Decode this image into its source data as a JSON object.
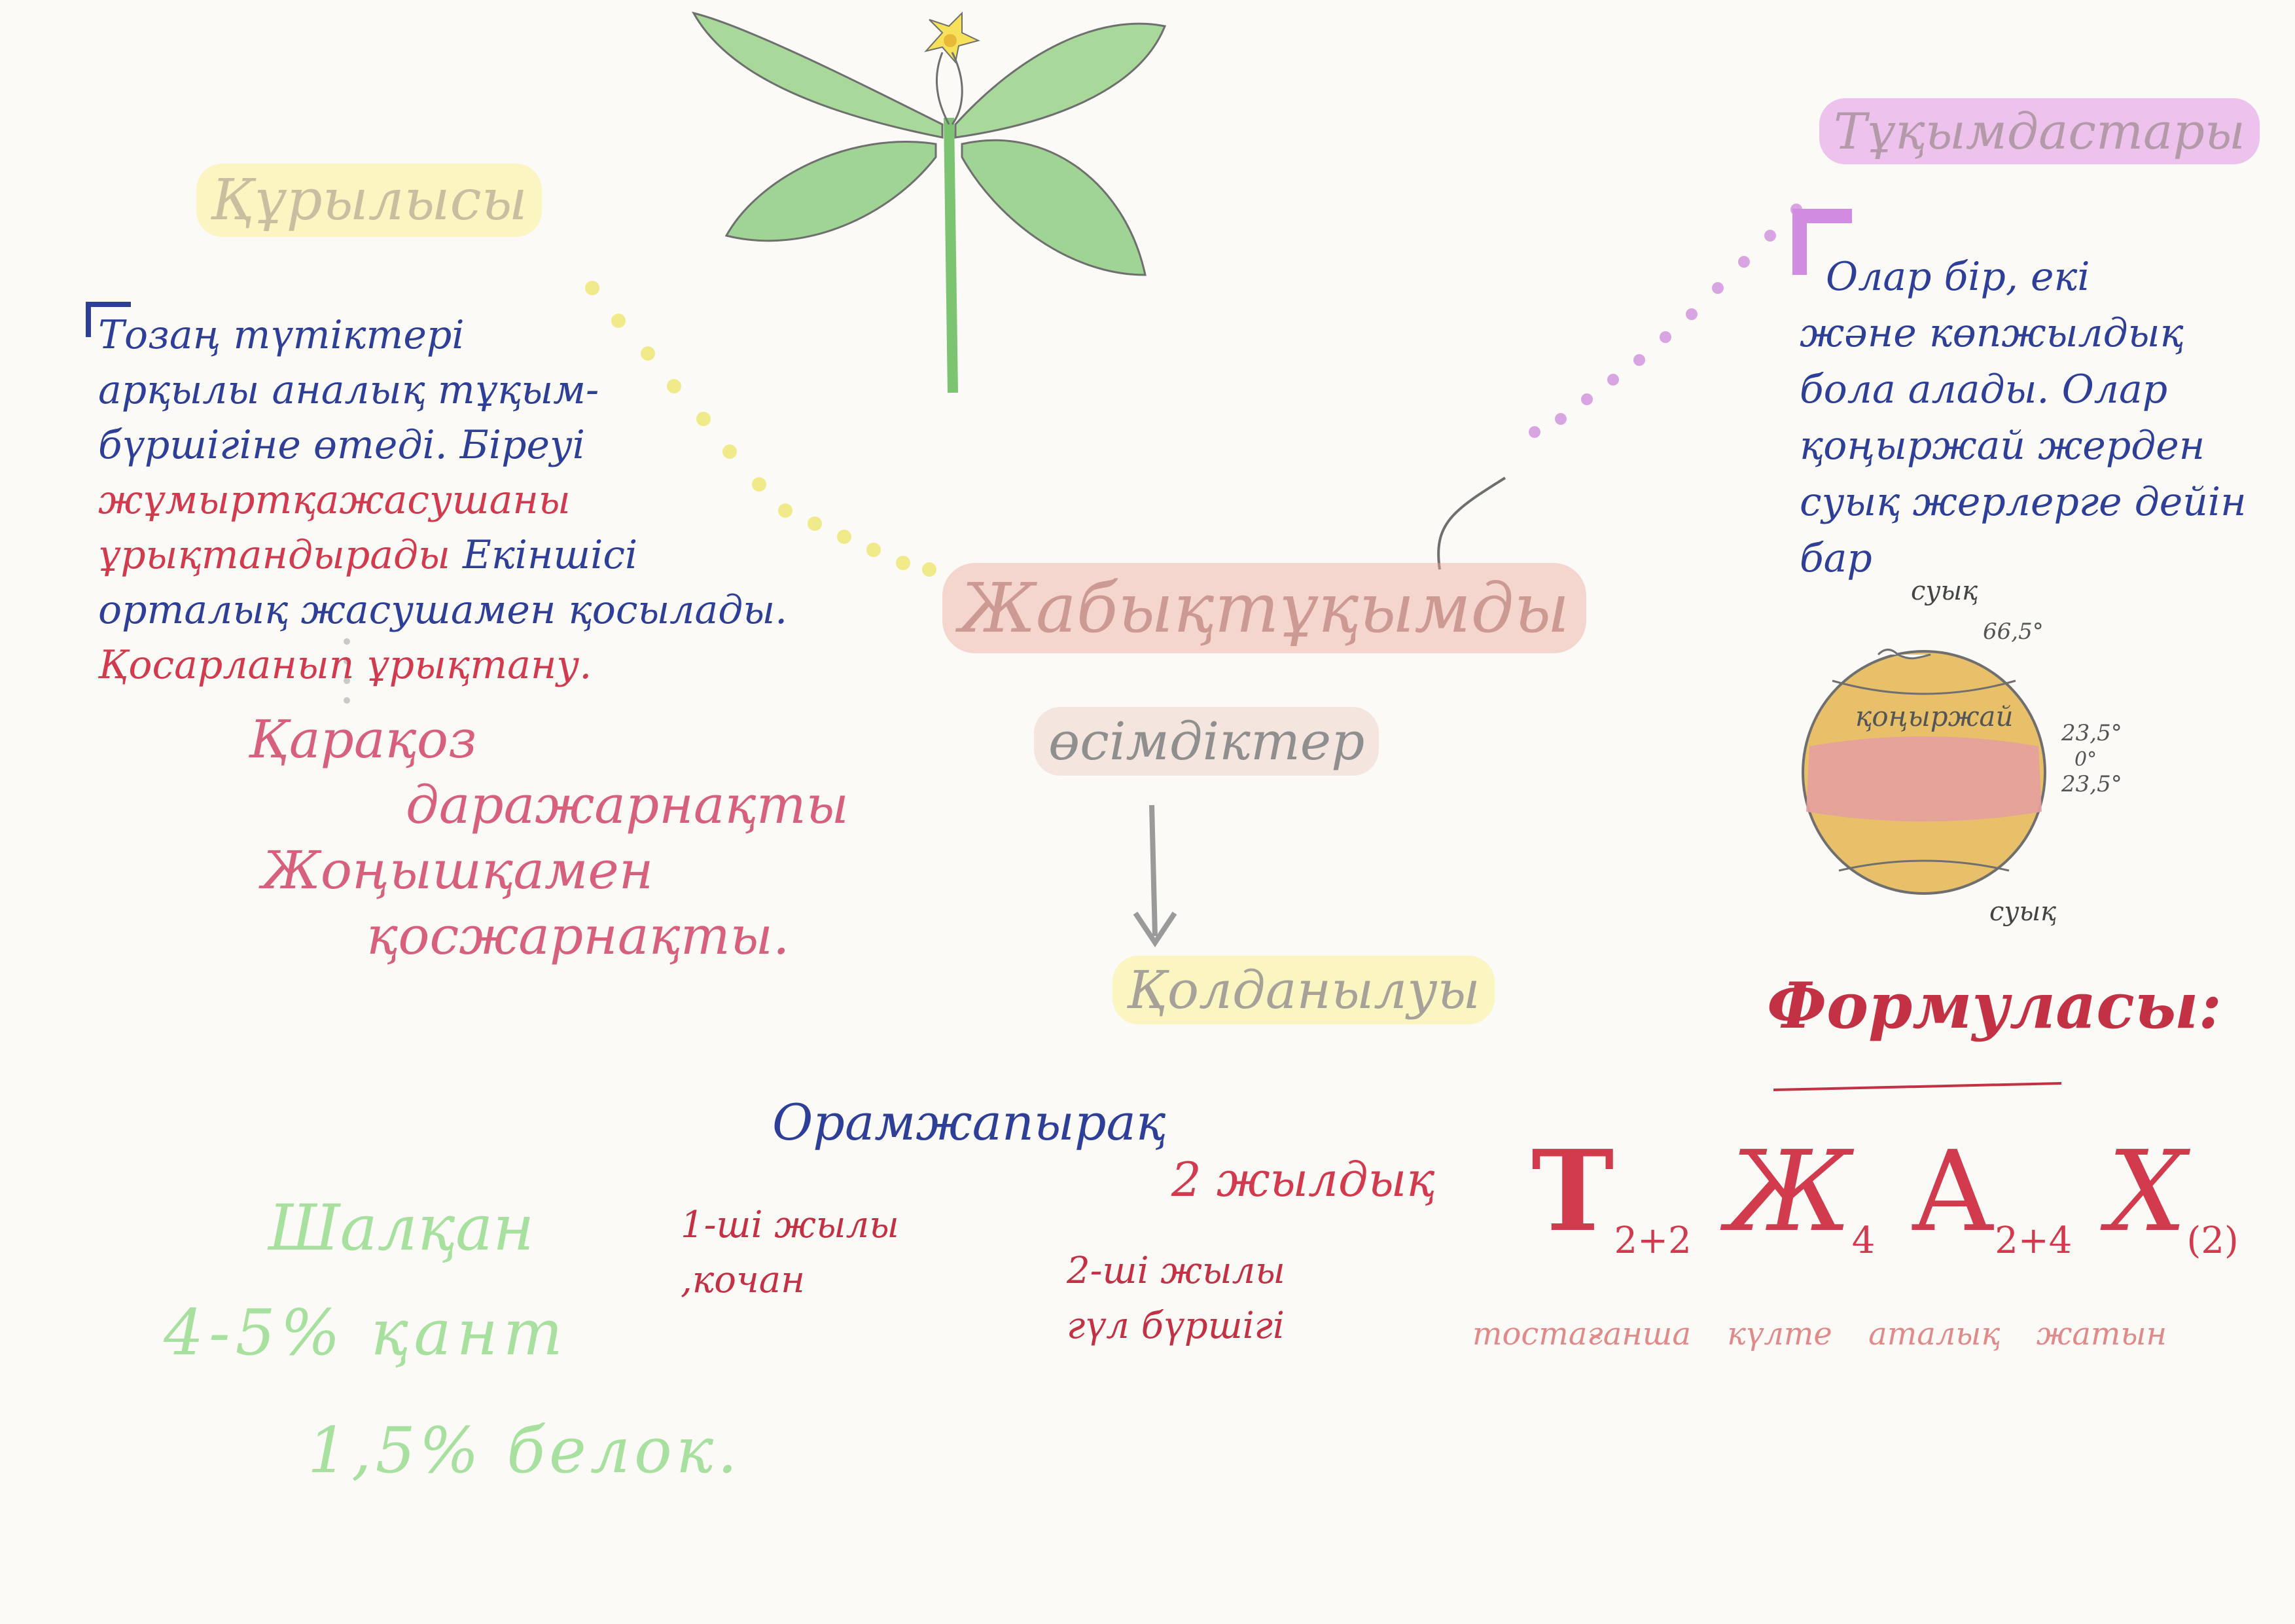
{
  "center": {
    "line1": "Жабықтұқымды",
    "line2": "өсімдіктер"
  },
  "branches": {
    "structure": {
      "title": "Құрылысы",
      "note_lines_blue": [
        "Тозаң түтіктері",
        "арқылы аналық тұқым-",
        "бүршігіне өтеді. Біреуі"
      ],
      "note_lines_red": [
        "жұмыртқажасушаны",
        "ұрықтандырады"
      ],
      "note_tail_blue": "Екіншісі",
      "note_lines_blue2": [
        "орталық жасушамен қосылады."
      ],
      "note_line_red_last": "Қосарланып ұрықтану.",
      "types_lines": [
        "Қарақоз",
        "даражарнақты",
        "Жоңышқамен",
        "қосжарнақты."
      ]
    },
    "families": {
      "title": "Тұқымдастары",
      "note_lines": [
        "Олар бір, екі",
        "және көпжылдық",
        "бола алады. Олар",
        "қоңыржай жерден",
        "суық жерлерге дейін",
        "бар"
      ]
    },
    "usage": {
      "title": "Қолданылуы"
    }
  },
  "globe": {
    "label_top": "суық",
    "label_bottom": "суық",
    "zone_label": "қоңыржай",
    "lat_66": "66,5°",
    "lat_23_top": "23,5°",
    "lat_0": "0°",
    "lat_23_bottom": "23,5°"
  },
  "formula": {
    "title": "Формуласы:",
    "letter_t": "Т",
    "sub_t": "2+2",
    "letter_k": "Ж",
    "sub_k": "4",
    "letter_a": "А",
    "sub_a": "2+4",
    "letter_x": "Х",
    "sub_x": "(2)",
    "caption": "тостағанша күлте аталық жатын"
  },
  "lifecycle": {
    "heading": "Орамжапырақ",
    "two_year": "2 жылдық",
    "year1_line1": "1-ші жылы",
    "year1_line2": ",кочан",
    "year2_line1": "2-ші жылы",
    "year2_line2": "гүл бүршігі"
  },
  "nutrition": {
    "title": "Шалқан",
    "sugar": "4-5% қант",
    "protein": "1,5% белок."
  },
  "colors": {
    "blue_ink": "#2e3f98",
    "red_ink": "#d23a4d",
    "pink_ink": "#d7607c",
    "green_ink": "#8fd888",
    "grey_ink": "#6d6d6d",
    "highlight_yellow": "#f7ee9a",
    "highlight_pink": "#e296e6"
  }
}
